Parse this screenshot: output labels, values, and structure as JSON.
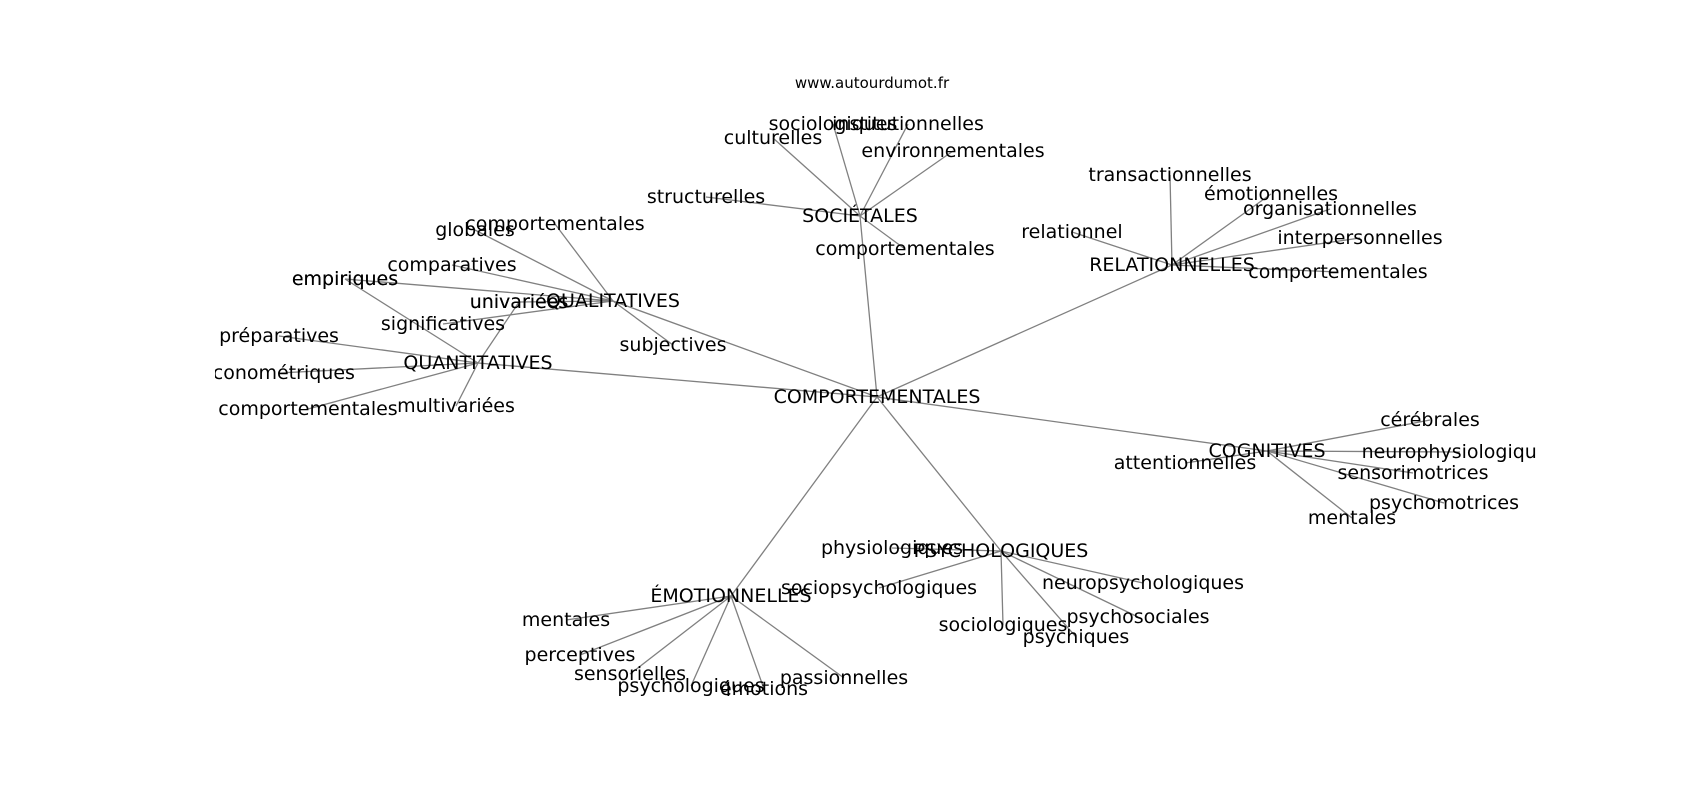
{
  "credit": "www.autourdumot.fr",
  "colors": {
    "edge": "#808080",
    "text": "#000000",
    "background": "#ffffff"
  },
  "diagram": {
    "type": "word-map",
    "center": "COMPORTEMENTALES",
    "clusters": [
      {
        "label": "SOCIÉTALES",
        "words": [
          "sociologiques",
          "institutionnelles",
          "culturelles",
          "environnementales",
          "structurelles",
          "comportementales"
        ]
      },
      {
        "label": "RELATIONNELLES",
        "words": [
          "transactionnelles",
          "émotionnelles",
          "organisationnelles",
          "relationnel",
          "interpersonnelles",
          "comportementales"
        ]
      },
      {
        "label": "QUALITATIVES",
        "words": [
          "comportementales",
          "globales",
          "comparatives",
          "empiriques",
          "univariées",
          "significatives",
          "subjectives"
        ]
      },
      {
        "label": "QUANTITATIVES",
        "words": [
          "empiriques",
          "préparatives",
          "économétriques",
          "comportementales",
          "multivariées",
          "univariées"
        ]
      },
      {
        "label": "COGNITIVES",
        "words": [
          "cérébrales",
          "neurophysiologiques",
          "attentionnelles",
          "sensorimotrices",
          "psychomotrices",
          "mentales"
        ]
      },
      {
        "label": "PSYCHOLOGIQUES",
        "words": [
          "physiologiques",
          "sociopsychologiques",
          "neuropsychologiques",
          "psychosociales",
          "sociologiques",
          "psychiques"
        ]
      },
      {
        "label": "ÉMOTIONNELLES",
        "words": [
          "mentales",
          "perceptives",
          "sensorielles",
          "psychologiques",
          "émotions",
          "passionnelles"
        ]
      }
    ]
  }
}
